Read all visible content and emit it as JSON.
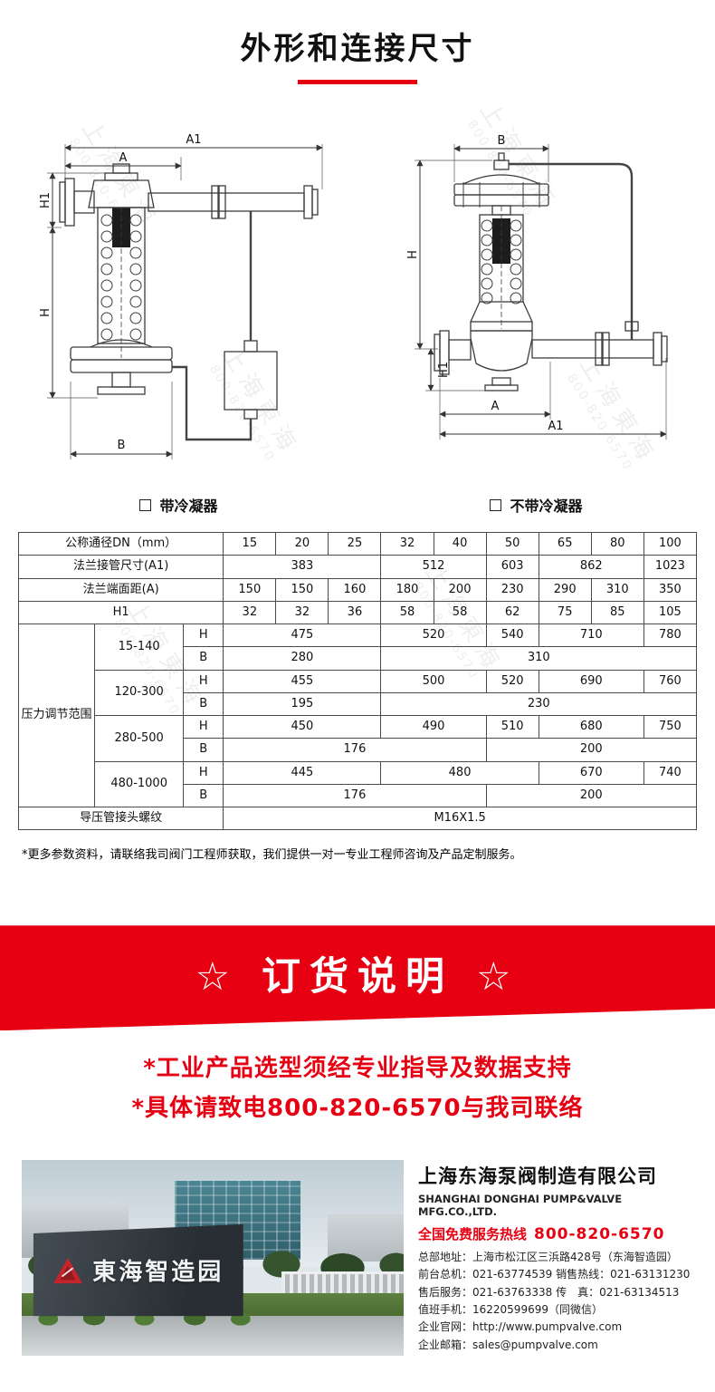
{
  "page": {
    "title": "外形和连接尺寸",
    "accent_color": "#e60012"
  },
  "watermark": {
    "line1": "上海東海",
    "line2": "800-820-6570"
  },
  "figures": {
    "left": {
      "caption": "带冷凝器",
      "dims": {
        "a1": "A1",
        "a": "A",
        "h1": "H1",
        "h": "H",
        "b": "B"
      }
    },
    "right": {
      "caption": "不带冷凝器",
      "dims": {
        "a1": "A1",
        "a": "A",
        "h1": "H1",
        "h": "H",
        "b": "B"
      }
    }
  },
  "table": {
    "dn": {
      "label": "公称通径DN",
      "unit": "（mm）",
      "values": [
        "15",
        "20",
        "25",
        "32",
        "40",
        "50",
        "65",
        "80",
        "100"
      ]
    },
    "a1": {
      "label": "法兰接管尺寸(A1)",
      "values": [
        "383",
        "512",
        "603",
        "862",
        "1023"
      ]
    },
    "a": {
      "label": "法兰端面距(A)",
      "values": [
        "150",
        "150",
        "160",
        "180",
        "200",
        "230",
        "290",
        "310",
        "350"
      ]
    },
    "h1": {
      "label": "H1",
      "values": [
        "32",
        "32",
        "36",
        "58",
        "58",
        "62",
        "75",
        "85",
        "105"
      ]
    },
    "pressure_label": "压力调节范围",
    "h_label": "H",
    "b_label": "B",
    "ranges": [
      {
        "range": "15-140",
        "h": [
          "475",
          "520",
          "540",
          "710",
          "780"
        ],
        "b": [
          "280",
          "310"
        ]
      },
      {
        "range": "120-300",
        "h": [
          "455",
          "500",
          "520",
          "690",
          "760"
        ],
        "b": [
          "195",
          "230"
        ]
      },
      {
        "range": "280-500",
        "h": [
          "450",
          "490",
          "510",
          "680",
          "750"
        ],
        "b": [
          "176",
          "200"
        ]
      },
      {
        "range": "480-1000",
        "h": [
          "445",
          "480",
          "670",
          "740"
        ],
        "b": [
          "176",
          "200"
        ]
      }
    ],
    "thread": {
      "label": "导压管接头螺纹",
      "value": "M16X1.5"
    }
  },
  "footnote": "*更多参数资料，请联络我司阀门工程师获取，我们提供一对一专业工程师咨询及产品定制服务。",
  "order_section": {
    "banner": "☆ 订货说明 ☆",
    "notices": [
      "*工业产品选型须经专业指导及数据支持",
      "*具体请致电800-820-6570与我司联络"
    ]
  },
  "company": {
    "photo_sign": "東海智造园",
    "name": "上海东海泵阀制造有限公司",
    "name_en": "SHANGHAI DONGHAI PUMP&VALVE MFG.CO.,LTD.",
    "hotline_label": "全国免费服务热线",
    "hotline": "800-820-6570",
    "details": [
      "总部地址：上海市松江区三浜路428号（东海智造园）",
      "前台总机：021-63774539   销售热线：021-63131230",
      "售后服务：021-63763338   传　真：021-63134513",
      "值班手机：16220599699（同微信）",
      "企业官网：http://www.pumpvalve.com",
      "企业邮箱：sales@pumpvalve.com"
    ]
  }
}
